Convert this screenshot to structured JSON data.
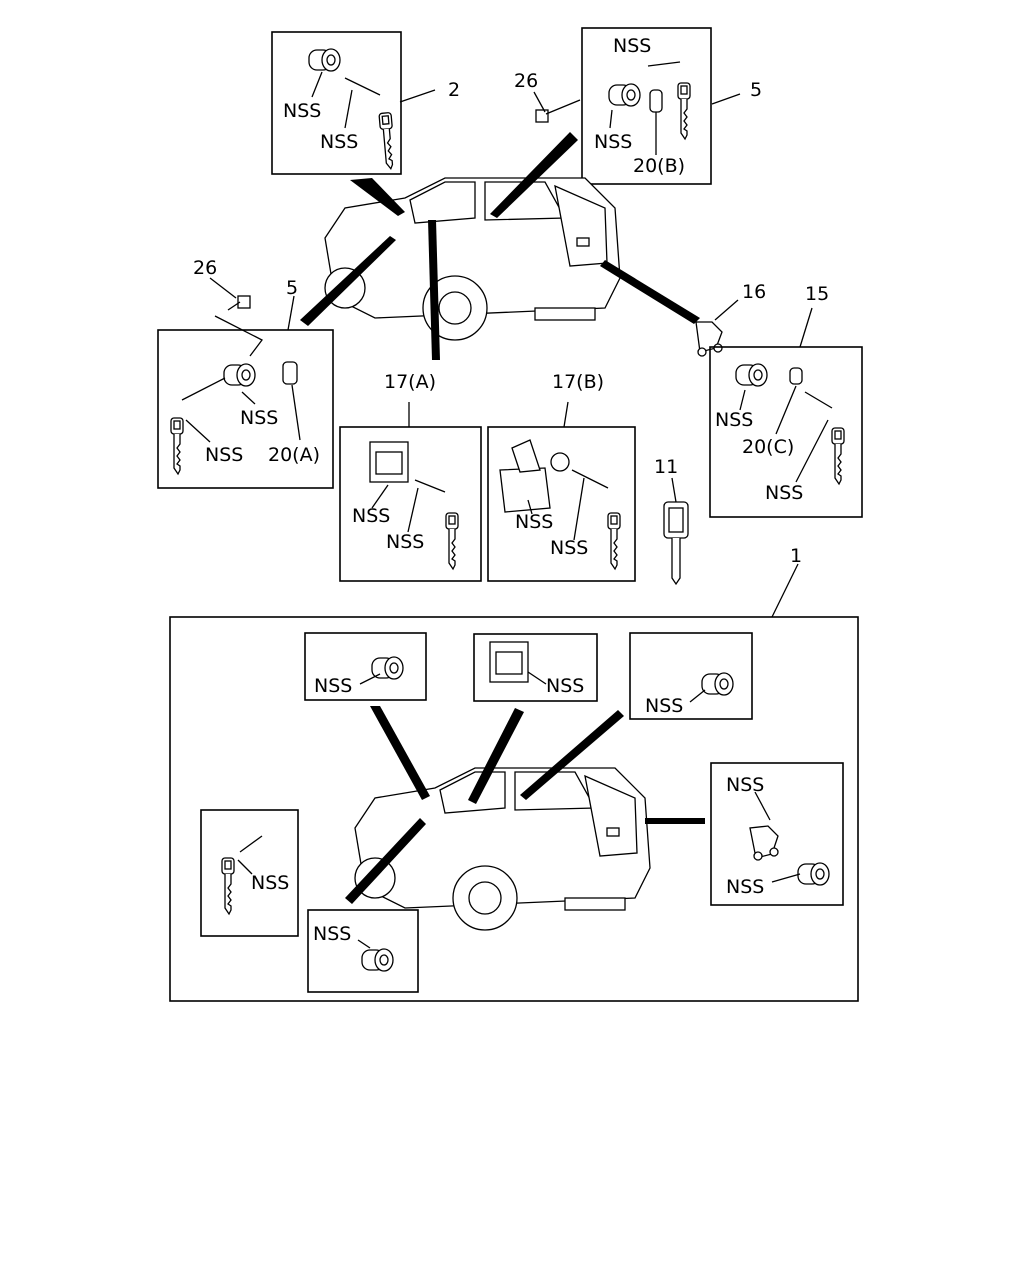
{
  "labels": {
    "nss": "NSS",
    "p1": "1",
    "p2": "2",
    "p5": "5",
    "p11": "11",
    "p15": "15",
    "p16": "16",
    "p17a": "17(A)",
    "p17b": "17(B)",
    "p20a": "20(A)",
    "p20b": "20(B)",
    "p20c": "20(C)",
    "p26": "26"
  }
}
